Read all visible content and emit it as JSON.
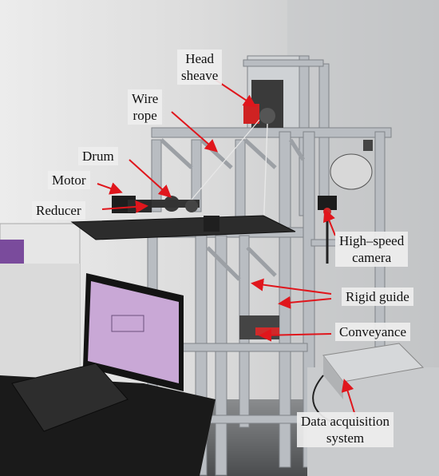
{
  "figure": {
    "labels": {
      "head_sheave": [
        "Head",
        "sheave"
      ],
      "wire_rope": [
        "Wire",
        "rope"
      ],
      "drum": "Drum",
      "motor": "Motor",
      "reducer": "Reducer",
      "high_speed_camera": [
        "High–speed",
        "camera"
      ],
      "rigid_guide": "Rigid guide",
      "conveyance": "Conveyance",
      "data_acquisition_system": [
        "Data acquisition",
        "system"
      ]
    },
    "colors": {
      "arrow": "#e0161c",
      "frame": "#b9bdc2",
      "wall": "#d4d6d8",
      "label_bg": "#eeeeee",
      "screen": "#c9a8d6"
    }
  }
}
